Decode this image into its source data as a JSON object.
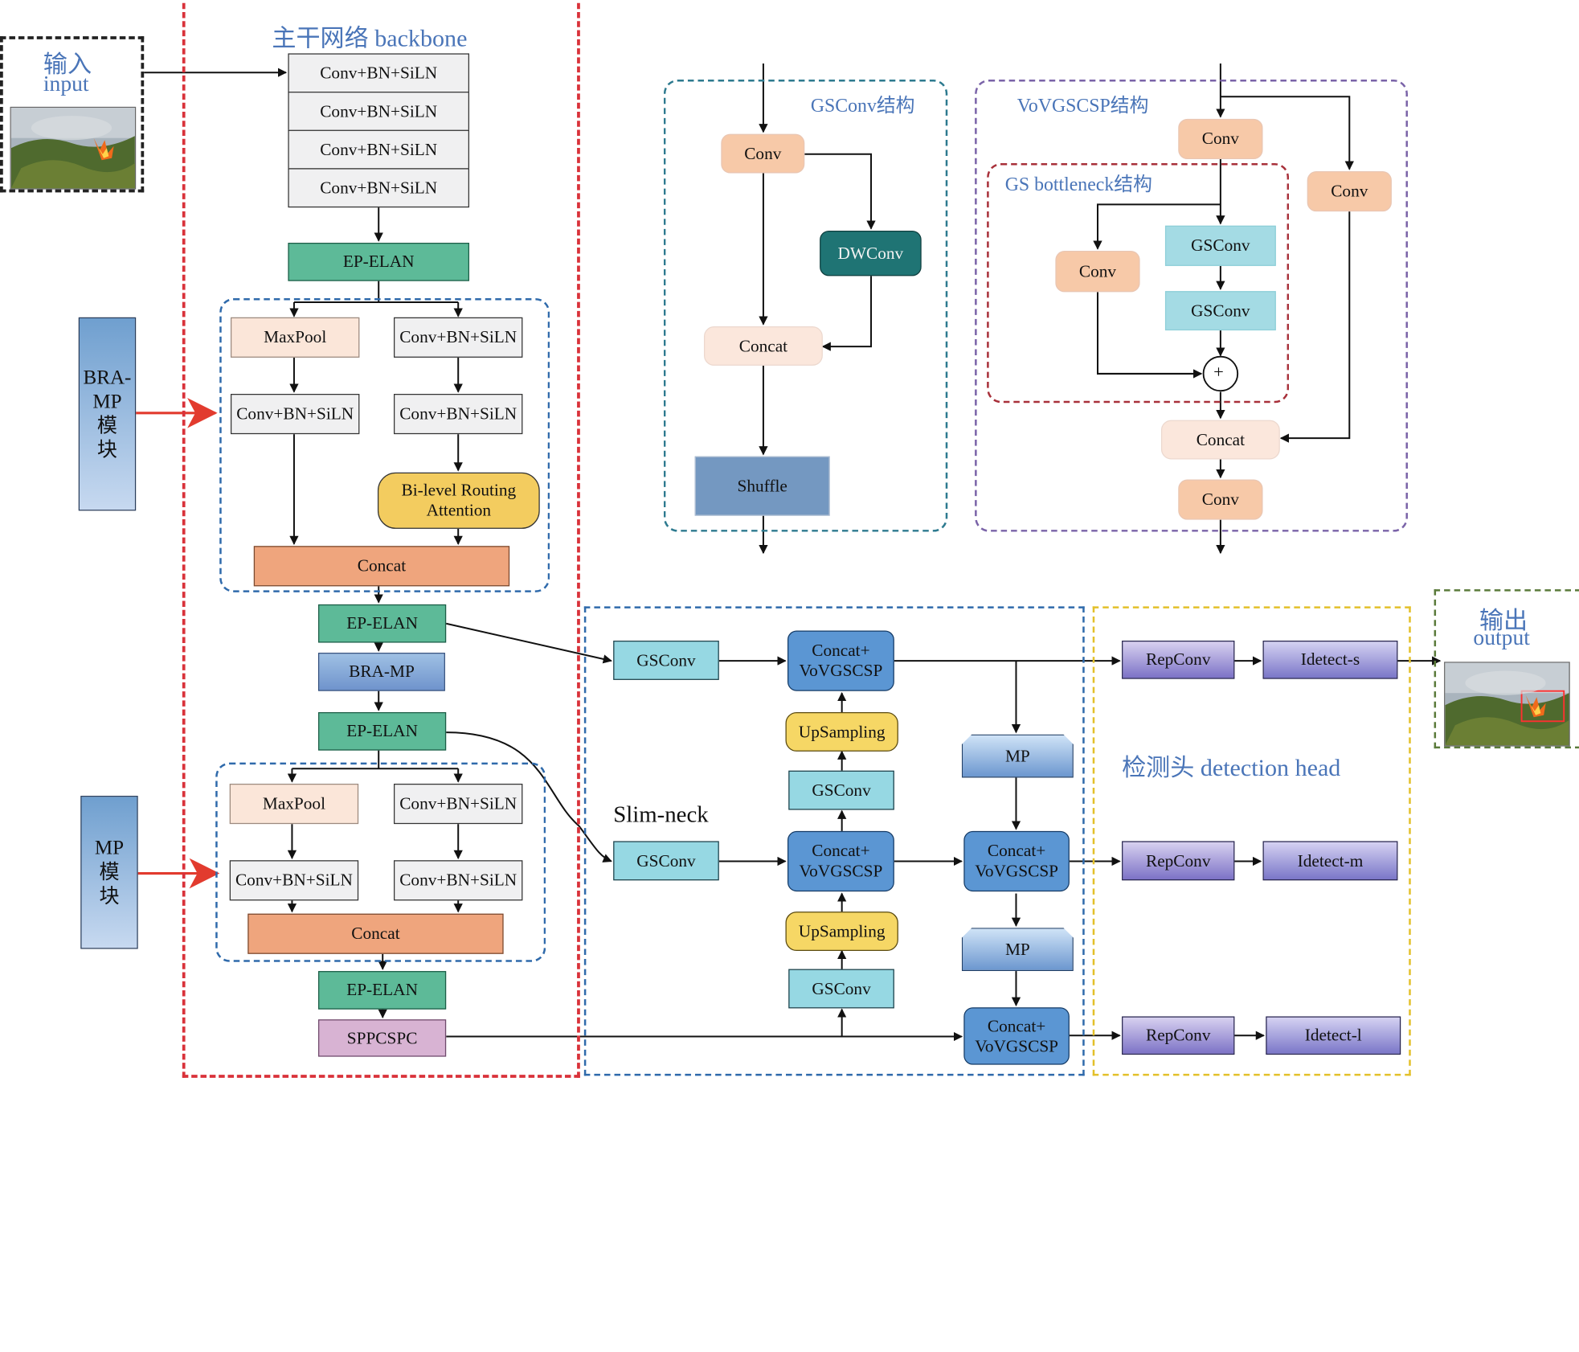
{
  "titles": {
    "backbone": "主干网络 backbone",
    "input_cn": "输入",
    "input_en": "input",
    "output_cn": "输出",
    "output_en": "output",
    "gsconv_struct": "GSConv结构",
    "vov_struct": "VoVGSCSP结构",
    "gs_bottleneck": "GS bottleneck结构",
    "slim_neck": "Slim-neck",
    "detect_head": "检测头 detection head"
  },
  "side_labels": {
    "bra_mp": [
      "BRA-",
      "MP",
      "模",
      "块"
    ],
    "mp": [
      "MP",
      "模",
      "块"
    ]
  },
  "backbone": {
    "stem": [
      "Conv+BN+SiLN",
      "Conv+BN+SiLN",
      "Conv+BN+SiLN",
      "Conv+BN+SiLN"
    ],
    "ep_elan_1": "EP-ELAN",
    "bra_block": {
      "maxpool": "MaxPool",
      "right_conv_1": "Conv+BN+SiLN",
      "left_conv": "Conv+BN+SiLN",
      "right_conv_2": "Conv+BN+SiLN",
      "attention": "Bi-level Routing Attention",
      "concat": "Concat"
    },
    "ep_elan_2": "EP-ELAN",
    "bra_mp": "BRA-MP",
    "ep_elan_3": "EP-ELAN",
    "mp_block": {
      "maxpool": "MaxPool",
      "right_conv_1": "Conv+BN+SiLN",
      "left_conv": "Conv+BN+SiLN",
      "right_conv_2": "Conv+BN+SiLN",
      "concat": "Concat"
    },
    "ep_elan_4": "EP-ELAN",
    "sppcspc": "SPPCSPC"
  },
  "gsconv_detail": {
    "conv": "Conv",
    "dwconv": "DWConv",
    "concat": "Concat",
    "shuffle": "Shuffle"
  },
  "vov_detail": {
    "conv_top": "Conv",
    "conv_right": "Conv",
    "conv_left": "Conv",
    "gsconv_1": "GSConv",
    "gsconv_2": "GSConv",
    "plus": "+",
    "concat": "Concat",
    "conv_bottom": "Conv"
  },
  "neck": {
    "gsconv_top": "GSConv",
    "gsconv_mid": "GSConv",
    "vov_top": "Concat+ VoVGSCSP",
    "upsampling_1": "UpSampling",
    "gsconv_up": "GSConv",
    "vov_mid": "Concat+ VoVGSCSP",
    "upsampling_2": "UpSampling",
    "gsconv_low": "GSConv",
    "mp_1": "MP",
    "vov_right_mid": "Concat+ VoVGSCSP",
    "mp_2": "MP",
    "vov_right_low": "Concat+ VoVGSCSP"
  },
  "head": {
    "rep_s": "RepConv",
    "det_s": "Idetect-s",
    "rep_m": "RepConv",
    "det_m": "Idetect-m",
    "rep_l": "RepConv",
    "det_l": "Idetect-l"
  },
  "colors": {
    "backbone_border": "#d9323a",
    "module_border": "#2f6aab",
    "gsconv_border": "#2d7a8f",
    "vov_border": "#7a63a8",
    "bottleneck_border": "#a8303a",
    "head_border": "#e3c02a",
    "output_border": "#5a7a3a",
    "red_arrow": "#e23b2e"
  }
}
